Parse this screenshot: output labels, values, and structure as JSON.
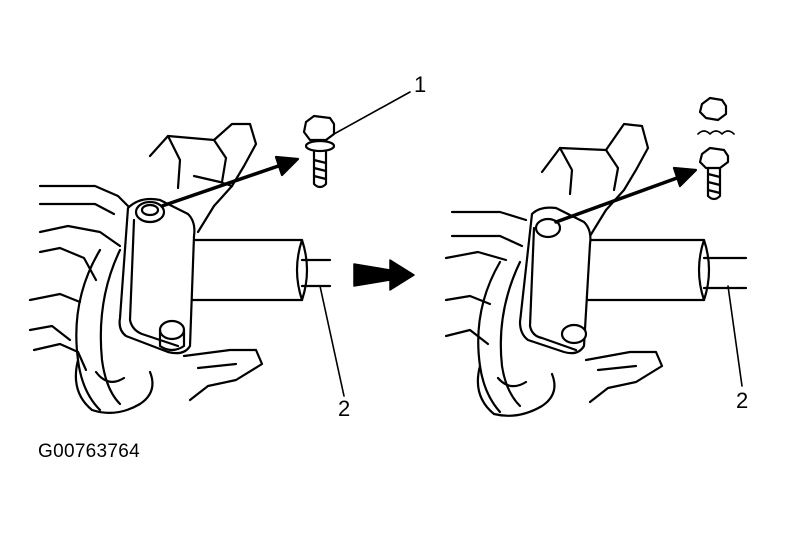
{
  "figure": {
    "id": "G00763764",
    "before": {
      "bolt_callout": "1",
      "pipe_callout": "2"
    },
    "after": {
      "pipe_callout": "2"
    }
  },
  "colors": {
    "ink": "#000000",
    "paper": "#ffffff"
  },
  "icons": [
    "bolt-with-washer-icon",
    "bolt-and-nut-icon",
    "process-arrow-icon"
  ]
}
